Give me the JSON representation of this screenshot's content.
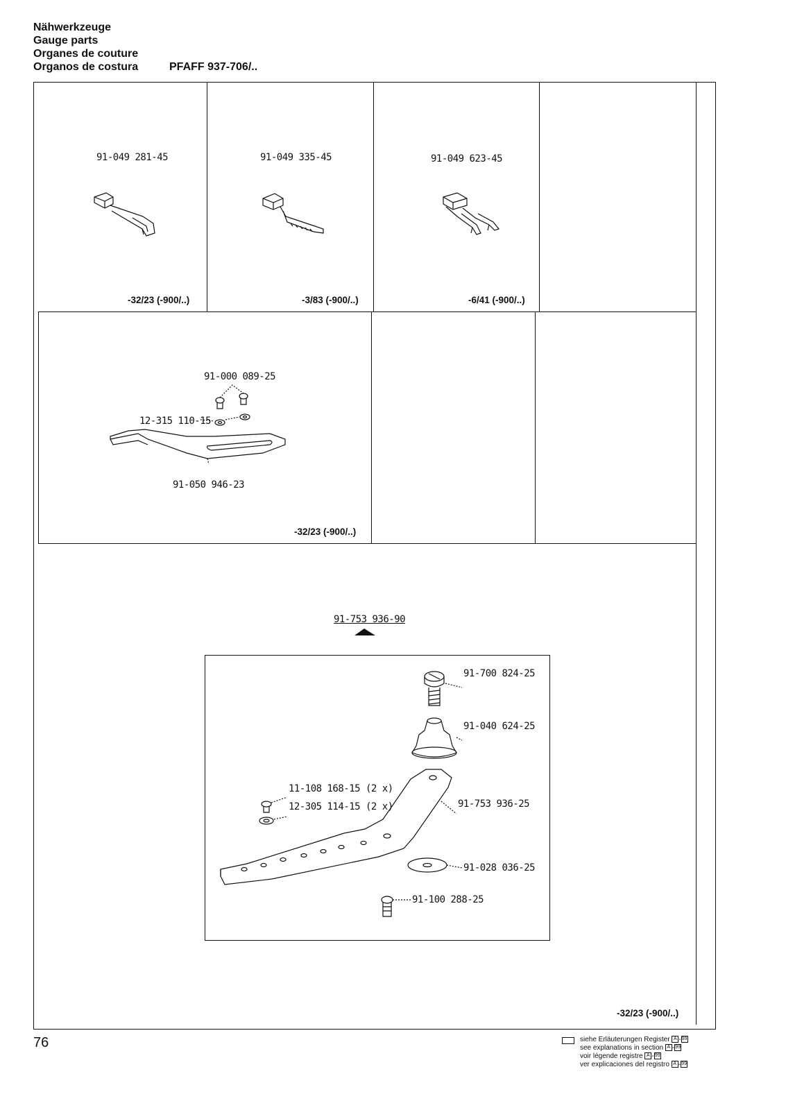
{
  "header": {
    "lines": [
      "Nähwerkzeuge",
      "Gauge parts",
      "Organes de couture",
      "Organos de costura"
    ],
    "model": "PFAFF 937-706/.."
  },
  "cells": {
    "c1": {
      "part": "91-049 281-45",
      "code": "-32/23 (-900/..)"
    },
    "c2": {
      "part": "91-049 335-45",
      "code": "-3/83 (-900/..)"
    },
    "c3": {
      "part": "91-049 623-45",
      "code": "-6/41 (-900/..)"
    },
    "c4": {
      "parts": [
        "91-000 089-25",
        "12-315 110-15",
        "91-050 946-23"
      ],
      "code": "-32/23 (-900/..)"
    },
    "c5": {
      "assembly": "91-753 936-90",
      "parts": [
        "91-700 824-25",
        "91-040 624-25",
        "11-108 168-15 (2 x)",
        "12-305 114-15 (2 x)",
        "91-753 936-25",
        "91-028 036-25",
        "91-100 288-25"
      ],
      "code": "-32/23 (-900/..)"
    }
  },
  "footer": {
    "page_number": "76",
    "legend": [
      "siehe Erläuterungen Register",
      "see explanations in section",
      "voir légende registre",
      "ver explicaciones del registro"
    ],
    "section_letter": "A",
    "section_number": "99"
  }
}
